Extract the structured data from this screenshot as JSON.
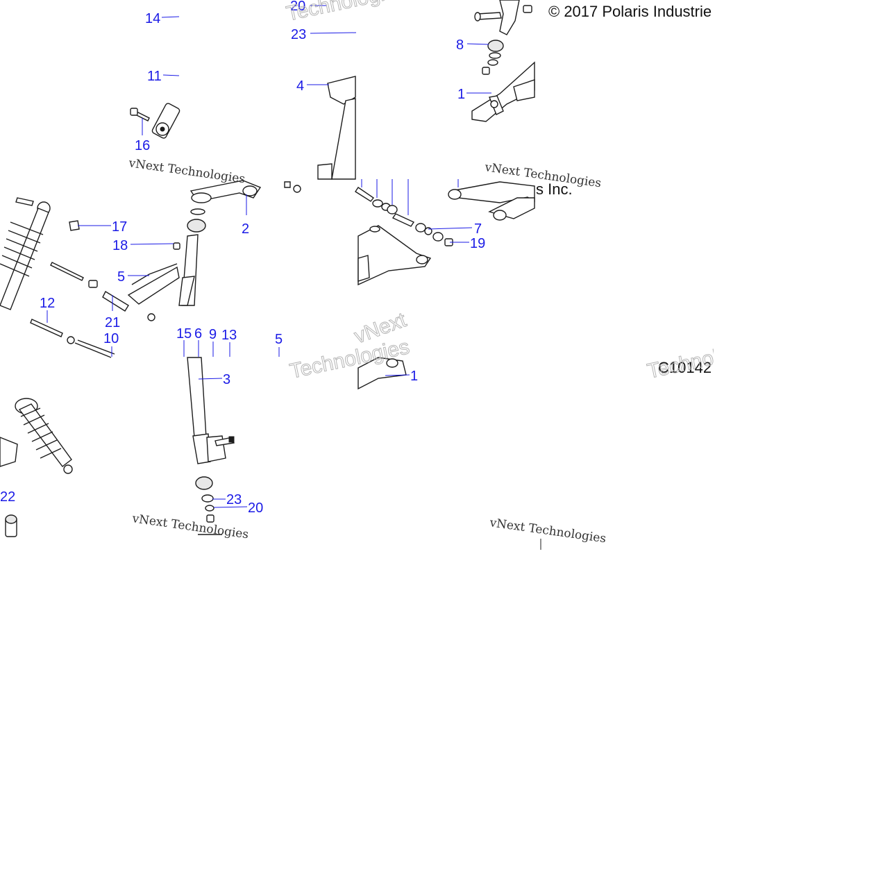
{
  "copyright_text": "© 2017 Polaris Industrie",
  "copyright_tail": "s Inc.",
  "diagram_code": "C10142",
  "watermark": {
    "script": "vNext Technologies",
    "big_a": "vNext",
    "big_b": "Technologies"
  },
  "callouts": {
    "c14": "14",
    "c11": "11",
    "c16": "16",
    "c20a": "20",
    "c23a": "23",
    "c4": "4",
    "c8": "8",
    "c1a": "1",
    "c17": "17",
    "c18": "18",
    "c2": "2",
    "c5a": "5",
    "c7": "7",
    "c19": "19",
    "c12": "12",
    "c21": "21",
    "c10": "10",
    "c15": "15",
    "c6": "6",
    "c9": "9",
    "c13": "13",
    "c5b": "5",
    "c3": "3",
    "c1b": "1",
    "c22": "22",
    "c23b": "23",
    "c20b": "20"
  },
  "colors": {
    "callout": "#1a1ae6",
    "line_art": "#1c1c1c",
    "watermark": "#b5b5b5"
  }
}
